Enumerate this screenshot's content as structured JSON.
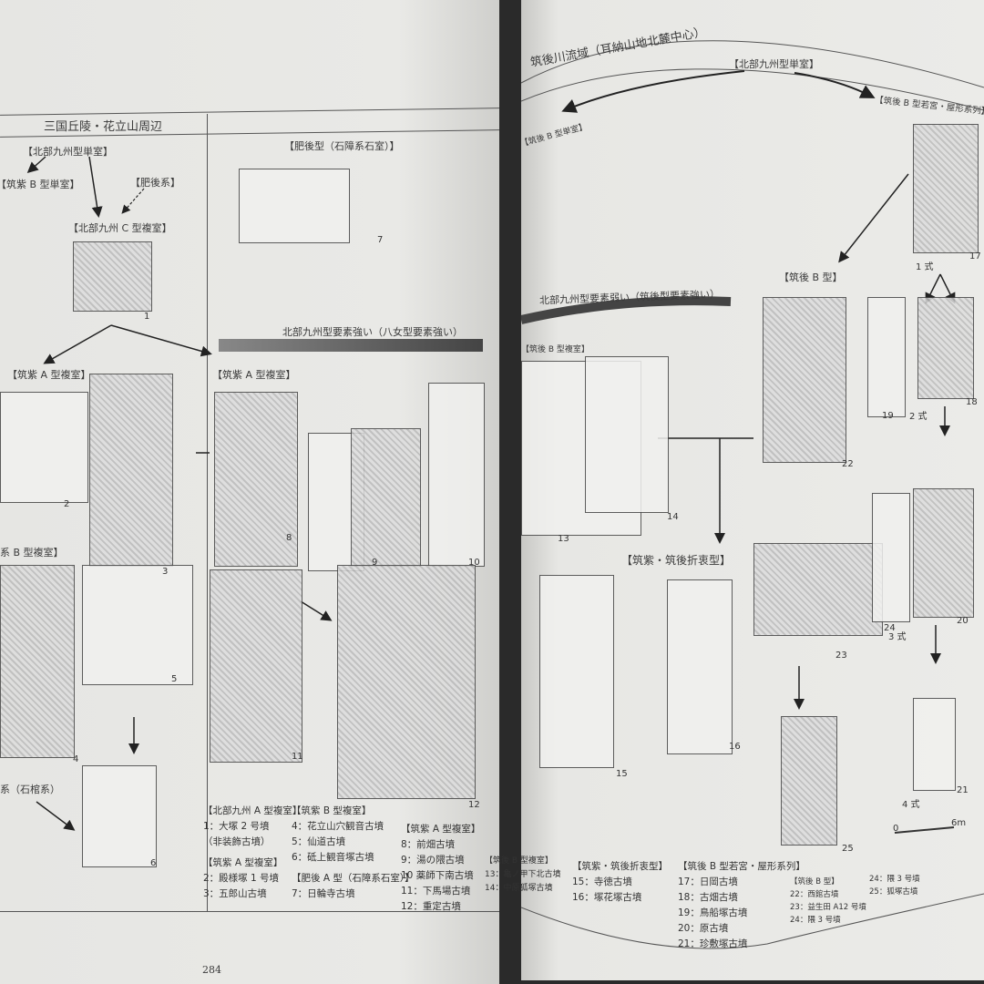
{
  "left_page": {
    "region_title": "三国丘陵・花立山周辺",
    "labels": {
      "hokubu_tanshitsu": "【北部九州型単室】",
      "chikushi_b_tanshitsu": "【筑紫 B 型単室】",
      "higo_kei": "【肥後系】",
      "hokubu_c_fukushitsu": "【北部九州 C 型複室】",
      "higo_gata": "【肥後型（石障系石室）】",
      "band": "北部九州型要素強い（八女型要素強い）",
      "chikushi_a_1": "【筑紫 A 型複室】",
      "chikushi_a_2": "【筑紫 A 型複室】",
      "chikushi_b_fukushitsu": "系 B 型複室】",
      "sekkan_kei": "系（石棺系）"
    },
    "numbers": [
      "1",
      "2",
      "3",
      "4",
      "5",
      "6",
      "7",
      "8",
      "9",
      "10",
      "11",
      "12"
    ],
    "legend": [
      {
        "heading": "【北部九州 A 型複室】",
        "items": [
          "1：大塚 2 号墳",
          "（非装飾古墳）"
        ]
      },
      {
        "heading": "【筑紫 A 型複室】",
        "items": [
          "2：殿様塚 1 号墳",
          "3：五郎山古墳"
        ]
      },
      {
        "heading": "【筑紫 B 型複室】",
        "items": [
          "4：花立山穴観音古墳",
          "5：仙道古墳",
          "6：砥上観音塚古墳"
        ]
      },
      {
        "heading": "【肥後 A 型（石障系石室）】",
        "items": [
          "7：日輪寺古墳"
        ]
      },
      {
        "heading": "【筑紫 A 型複室】",
        "items": [
          "8：前畑古墳",
          "9：湯の隈古墳",
          "10 薬師下南古墳",
          "11：下馬場古墳",
          "12：重定古墳"
        ]
      }
    ],
    "page_number": "284"
  },
  "right_page": {
    "region_title": "筑後川流域（耳納山地北麓中心）",
    "labels": {
      "hokubu_tanshitsu": "【北部九州型単室】",
      "chikugo_b_tanshitsu": "【筑後 B 型単室】",
      "wakamiya": "【筑後 B 型若宮・屋形系列】",
      "band": "北部九州型要素弱い（筑後型要素強い）",
      "chikugo_b_fukushitsu": "【筑後 B 型複室】",
      "chikugo_b": "【筑後 B 型】",
      "secchu": "【筑紫・筑後折衷型】",
      "shiki1": "1 式",
      "shiki2": "2 式",
      "shiki3": "3 式",
      "shiki4": "4 式"
    },
    "numbers": [
      "13",
      "14",
      "15",
      "16",
      "17",
      "18",
      "19",
      "20",
      "21",
      "22",
      "23",
      "24",
      "25"
    ],
    "scale": {
      "zero": "0",
      "max": "6m"
    },
    "legend": [
      {
        "heading": "【筑後 B 型複室】",
        "items": [
          "13：亀ノ甲下北古墳",
          "14：中原狐塚古墳"
        ]
      },
      {
        "heading": "【筑紫・筑後折衷型】",
        "items": [
          "15：寺徳古墳",
          "16：塚花塚古墳"
        ]
      },
      {
        "heading": "【筑後 B 型若宮・屋形系列】",
        "items": [
          "17：日岡古墳",
          "18：古畑古墳",
          "19：鳥船塚古墳",
          "20：原古墳",
          "21：珍敷塚古墳"
        ]
      },
      {
        "heading": "【筑後 B 型】",
        "items": [
          "22：西館古墳",
          "23：益生田 A12 号墳",
          "24：隈 3 号墳"
        ]
      },
      {
        "heading": "",
        "items": [
          "24：隈 3 号墳",
          "25：狐塚古墳"
        ]
      }
    ]
  }
}
